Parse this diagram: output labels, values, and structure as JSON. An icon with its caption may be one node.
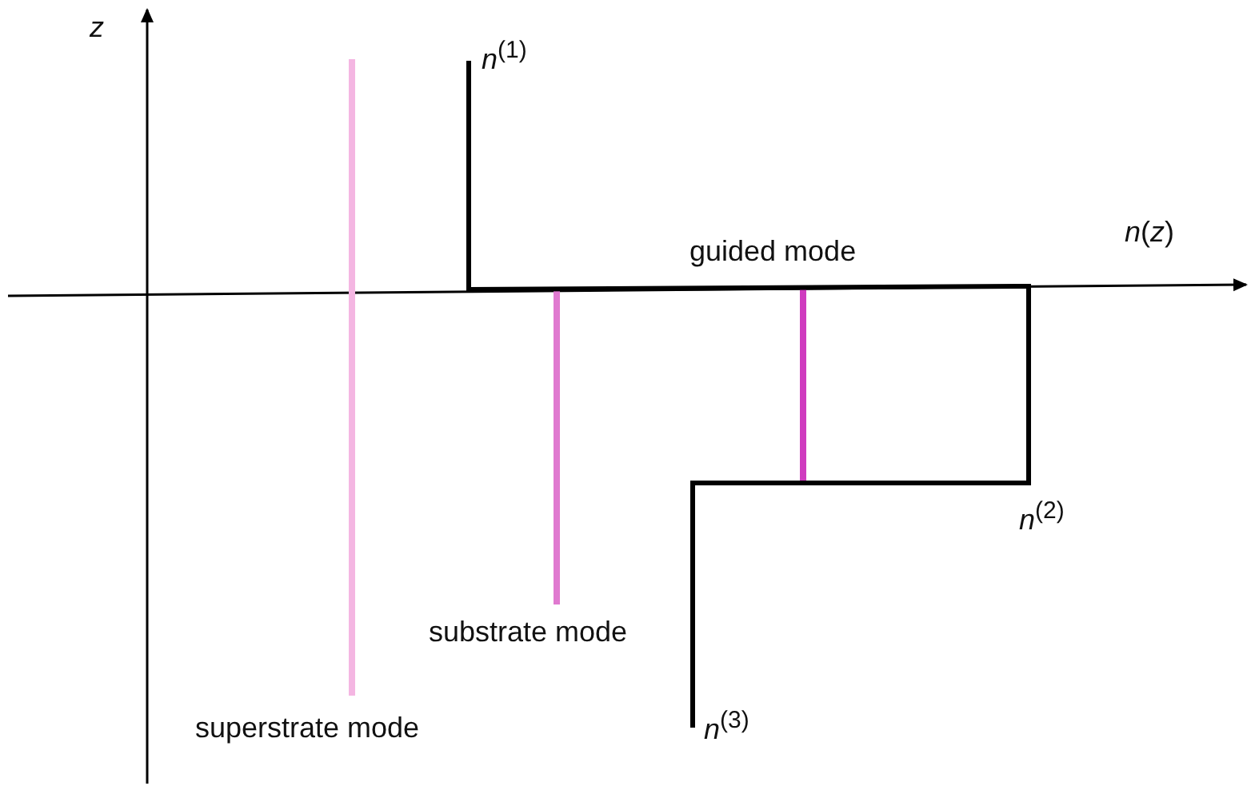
{
  "diagram": {
    "labels": [
      "z",
      "*n*$^{(1)}$",
      "guided mode",
      "*n*(*z*)",
      "substrate mode",
      "*n*$^{(2)}$",
      "*n*$^{(3)}$",
      "superstrate mode"
    ]
  }
}
